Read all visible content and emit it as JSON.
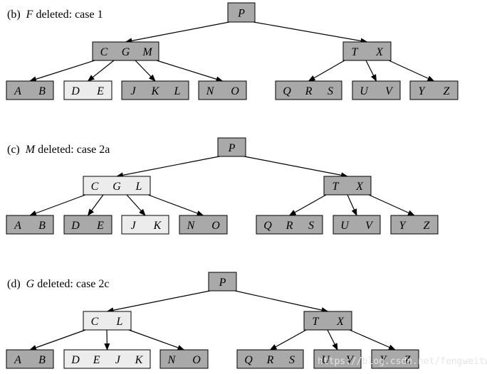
{
  "colors": {
    "dark_node": "#a9a9a9",
    "light_node": "#ececec",
    "edge": "#000000"
  },
  "panels": [
    {
      "caption": {
        "prefix": "(b)",
        "key": "F",
        "rest": "deleted: case 1"
      },
      "nodes": [
        {
          "keys": [
            "P"
          ],
          "shade": "dark"
        },
        {
          "keys": [
            "C",
            "G",
            "M"
          ],
          "shade": "dark"
        },
        {
          "keys": [
            "T",
            "X"
          ],
          "shade": "dark"
        },
        {
          "keys": [
            "A",
            "B"
          ],
          "shade": "dark"
        },
        {
          "keys": [
            "D",
            "E"
          ],
          "shade": "light"
        },
        {
          "keys": [
            "J",
            "K",
            "L"
          ],
          "shade": "dark"
        },
        {
          "keys": [
            "N",
            "O"
          ],
          "shade": "dark"
        },
        {
          "keys": [
            "Q",
            "R",
            "S"
          ],
          "shade": "dark"
        },
        {
          "keys": [
            "U",
            "V"
          ],
          "shade": "dark"
        },
        {
          "keys": [
            "Y",
            "Z"
          ],
          "shade": "dark"
        }
      ]
    },
    {
      "caption": {
        "prefix": "(c)",
        "key": "M",
        "rest": "deleted: case 2a"
      },
      "nodes": [
        {
          "keys": [
            "P"
          ],
          "shade": "dark"
        },
        {
          "keys": [
            "C",
            "G",
            "L"
          ],
          "shade": "light"
        },
        {
          "keys": [
            "T",
            "X"
          ],
          "shade": "dark"
        },
        {
          "keys": [
            "A",
            "B"
          ],
          "shade": "dark"
        },
        {
          "keys": [
            "D",
            "E"
          ],
          "shade": "dark"
        },
        {
          "keys": [
            "J",
            "K"
          ],
          "shade": "light"
        },
        {
          "keys": [
            "N",
            "O"
          ],
          "shade": "dark"
        },
        {
          "keys": [
            "Q",
            "R",
            "S"
          ],
          "shade": "dark"
        },
        {
          "keys": [
            "U",
            "V"
          ],
          "shade": "dark"
        },
        {
          "keys": [
            "Y",
            "Z"
          ],
          "shade": "dark"
        }
      ]
    },
    {
      "caption": {
        "prefix": "(d)",
        "key": "G",
        "rest": "deleted: case 2c"
      },
      "nodes": [
        {
          "keys": [
            "P"
          ],
          "shade": "dark"
        },
        {
          "keys": [
            "C",
            "L"
          ],
          "shade": "light"
        },
        {
          "keys": [
            "T",
            "X"
          ],
          "shade": "dark"
        },
        {
          "keys": [
            "A",
            "B"
          ],
          "shade": "dark"
        },
        {
          "keys": [
            "D",
            "E",
            "J",
            "K"
          ],
          "shade": "light"
        },
        {
          "keys": [
            "N",
            "O"
          ],
          "shade": "dark"
        },
        {
          "keys": [
            "Q",
            "R",
            "S"
          ],
          "shade": "dark"
        },
        {
          "keys": [
            "U",
            "V"
          ],
          "shade": "dark"
        },
        {
          "keys": [
            "Y",
            "Z"
          ],
          "shade": "dark"
        }
      ]
    }
  ],
  "watermark": "https://blog.csdn.net/fengweitw"
}
